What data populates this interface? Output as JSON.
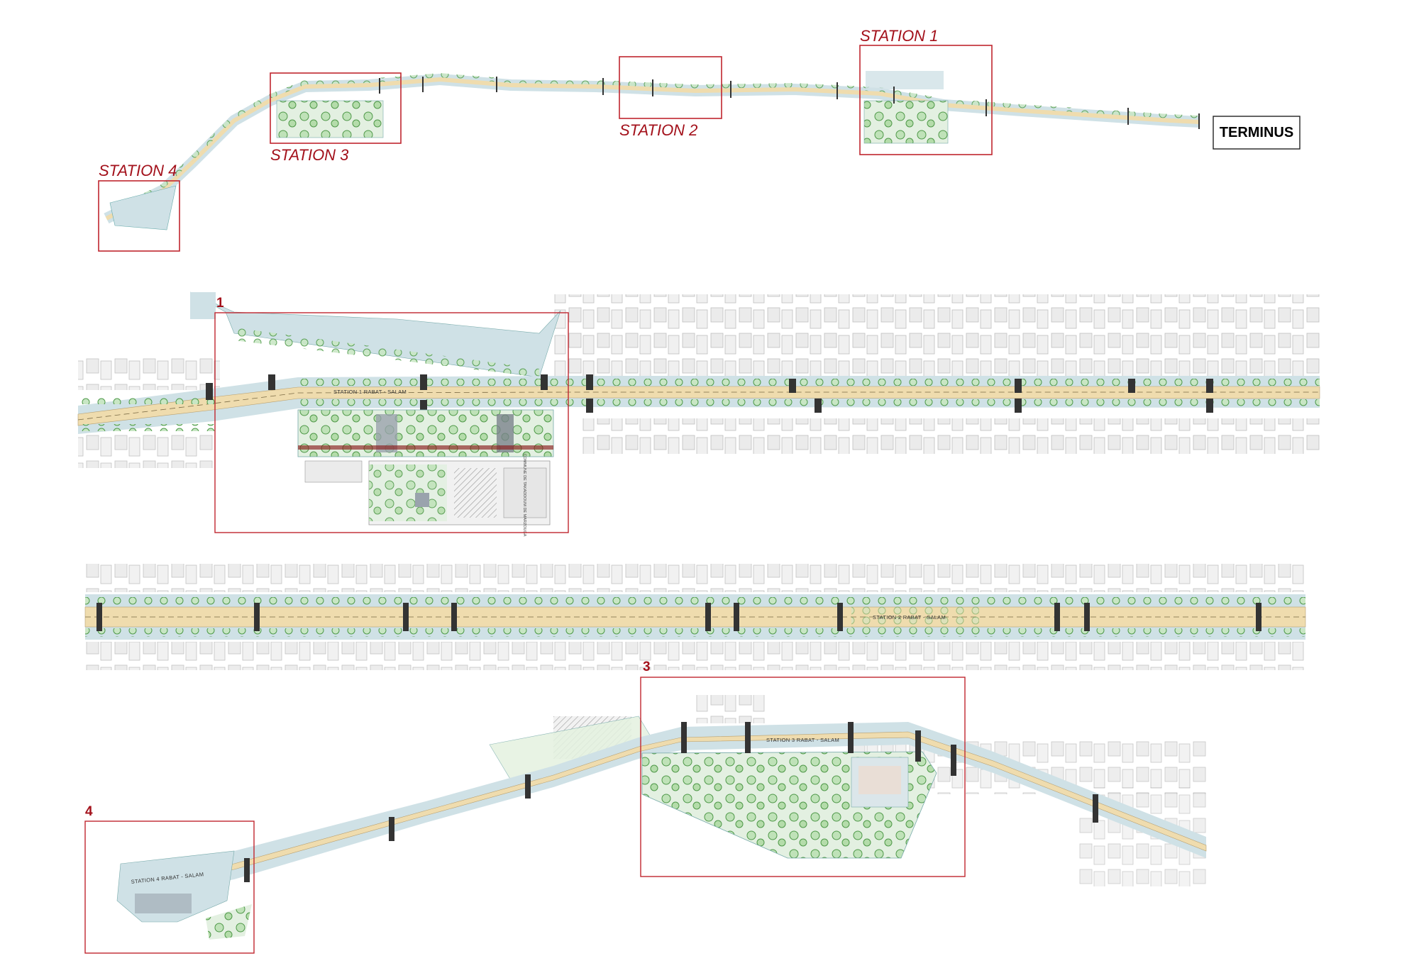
{
  "overview": {
    "terminus_label": "TERMINUS",
    "station_labels": [
      "STATION 1",
      "STATION 2",
      "STATION 3",
      "STATION 4"
    ]
  },
  "details": {
    "panel_numbers": [
      "1",
      "3",
      "4"
    ],
    "road_names": [
      "STATION 1 RABAT - SALAM",
      "STATION 2 RABAT - SALAM",
      "STATION 3 RABAT - SALAM",
      "STATION 4 RABAT - SALAM"
    ],
    "building_label": "COMMUNE DE TAKADDOUM DE MARZOUGA"
  },
  "colors": {
    "frame_red": "#c0262f",
    "label_red": "#a3111b",
    "road_tan": "#efdcae",
    "sidewalk_blue": "#cfe1e6",
    "tree_green": "#6dbb66",
    "building_gray": "#d9d9d9"
  }
}
